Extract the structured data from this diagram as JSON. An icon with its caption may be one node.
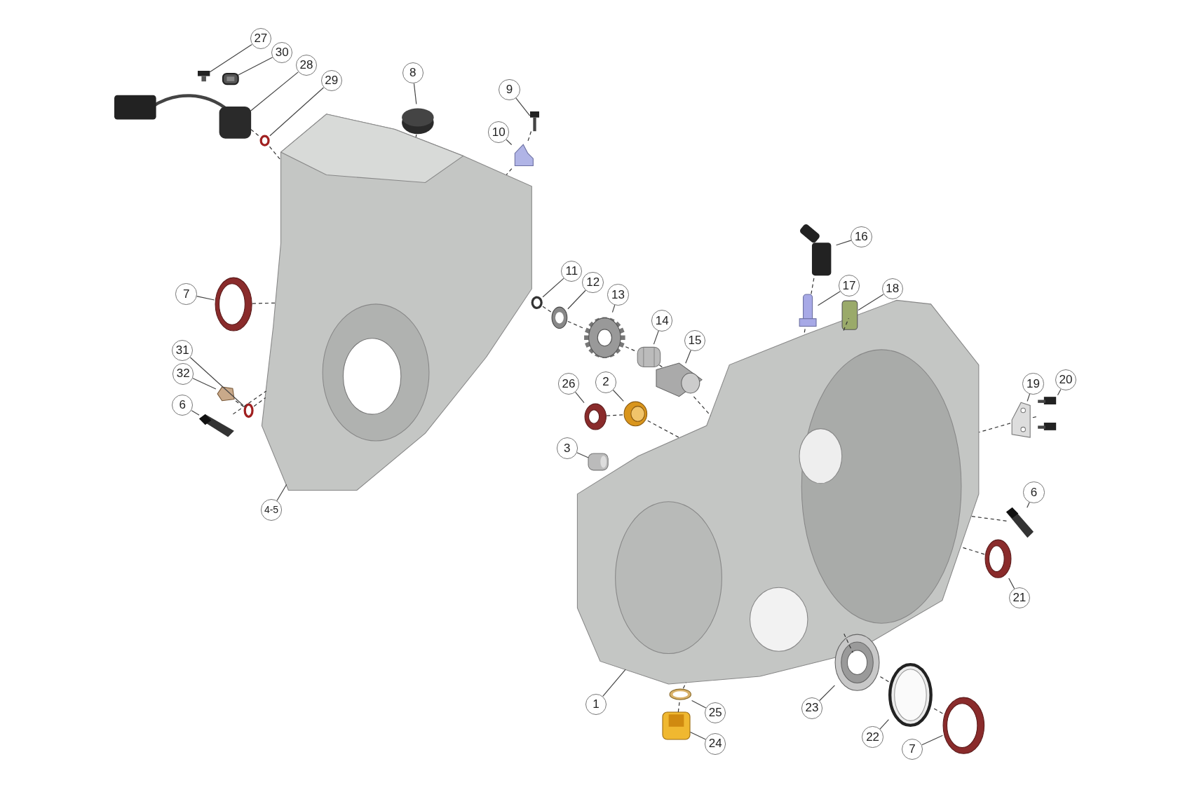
{
  "diagram": {
    "nodes": [
      {
        "text": [
          "27"
        ]
      },
      {
        "text": [
          "30"
        ]
      },
      {
        "text": [
          "28"
        ]
      },
      {
        "text": [
          "29"
        ]
      },
      {
        "text": [
          "8"
        ]
      },
      {
        "text": [
          "9"
        ]
      },
      {
        "text": [
          "10"
        ]
      },
      {
        "text": [
          "7"
        ]
      },
      {
        "text": [
          "31"
        ]
      },
      {
        "text": [
          "32"
        ]
      },
      {
        "text": [
          "6"
        ]
      },
      {
        "text": [
          "4-5"
        ]
      },
      {
        "text": [
          "11"
        ]
      },
      {
        "text": [
          "12"
        ]
      },
      {
        "text": [
          "13"
        ]
      },
      {
        "text": [
          "14"
        ]
      },
      {
        "text": [
          "15"
        ]
      },
      {
        "text": [
          "16"
        ]
      },
      {
        "text": [
          "17"
        ]
      },
      {
        "text": [
          "18"
        ]
      },
      {
        "text": [
          "26"
        ]
      },
      {
        "text": [
          "2"
        ]
      },
      {
        "text": [
          "3"
        ]
      },
      {
        "text": [
          "19"
        ]
      },
      {
        "text": [
          "20"
        ]
      },
      {
        "text": [
          "6"
        ]
      },
      {
        "text": [
          "21"
        ]
      },
      {
        "text": [
          "1"
        ]
      },
      {
        "text": [
          "25"
        ]
      },
      {
        "text": [
          "24"
        ]
      },
      {
        "text": [
          "23"
        ]
      },
      {
        "text": [
          "22"
        ]
      },
      {
        "text": [
          "7"
        ]
      },
      {
        "text": [],
        "shape": "picture"
      },
      {
        "text": [],
        "shape": "picture"
      },
      {
        "text": [],
        "shape": "picture"
      },
      {
        "text": [],
        "shape": "circle"
      },
      {
        "text": [],
        "shape": "picture"
      },
      {
        "text": [],
        "shape": "picture"
      },
      {
        "text": [],
        "shape": "picture"
      },
      {
        "text": [],
        "shape": "picture"
      },
      {
        "text": [],
        "shape": "circle"
      },
      {
        "text": [],
        "shape": "picture"
      },
      {
        "text": [],
        "shape": "picture"
      },
      {
        "text": [],
        "shape": "picture"
      },
      {
        "text": [],
        "shape": "circle"
      },
      {
        "text": [],
        "shape": "picture"
      },
      {
        "text": [],
        "shape": "picture"
      },
      {
        "text": [],
        "shape": "picture"
      },
      {
        "text": [],
        "shape": "picture"
      },
      {
        "text": [],
        "shape": "picture"
      },
      {
        "text": [],
        "shape": "picture"
      },
      {
        "text": [],
        "shape": "box"
      },
      {
        "text": [],
        "shape": "picture"
      },
      {
        "text": [],
        "shape": "picture"
      },
      {
        "text": [],
        "shape": "picture"
      },
      {
        "text": [],
        "shape": "picture"
      },
      {
        "text": [],
        "shape": "picture"
      },
      {
        "text": [],
        "shape": "picture"
      },
      {
        "text": [],
        "shape": "picture"
      },
      {
        "text": [],
        "shape": "picture"
      },
      {
        "text": [],
        "shape": "picture"
      },
      {
        "text": [],
        "shape": "picture"
      },
      {
        "text": [],
        "shape": "picture"
      },
      {
        "text": [],
        "shape": "picture"
      },
      {
        "text": [],
        "shape": "picture"
      }
    ],
    "edges": [
      {
        "from": 0,
        "to": 33,
        "arrow": "none"
      },
      {
        "from": 1,
        "to": 34,
        "arrow": "none"
      },
      {
        "from": 2,
        "to": 35,
        "arrow": "none"
      },
      {
        "from": 3,
        "to": 36,
        "arrow": "none"
      },
      {
        "from": 4,
        "to": 37,
        "arrow": "none"
      },
      {
        "from": 5,
        "to": 38,
        "arrow": "none"
      },
      {
        "from": 6,
        "to": 39,
        "arrow": "none"
      },
      {
        "from": 7,
        "to": 40,
        "arrow": "none"
      },
      {
        "from": 8,
        "to": 41,
        "arrow": "none"
      },
      {
        "from": 9,
        "to": 42,
        "arrow": "none"
      },
      {
        "from": 10,
        "to": 43,
        "arrow": "none"
      },
      {
        "from": 11,
        "to": 44,
        "arrow": "none"
      },
      {
        "from": 12,
        "to": 45,
        "arrow": "none"
      },
      {
        "from": 13,
        "to": 46,
        "arrow": "none"
      },
      {
        "from": 14,
        "to": 47,
        "arrow": "none"
      },
      {
        "from": 15,
        "to": 48,
        "arrow": "none"
      },
      {
        "from": 16,
        "to": 49,
        "arrow": "none"
      },
      {
        "from": 17,
        "to": 50,
        "arrow": "none"
      },
      {
        "from": 18,
        "to": 51,
        "arrow": "none"
      },
      {
        "from": 19,
        "to": 52,
        "arrow": "none"
      },
      {
        "from": 20,
        "to": 53,
        "arrow": "none"
      },
      {
        "from": 21,
        "to": 54,
        "arrow": "none"
      },
      {
        "from": 22,
        "to": 55,
        "arrow": "none"
      },
      {
        "from": 23,
        "to": 56,
        "arrow": "none"
      },
      {
        "from": 24,
        "to": 57,
        "arrow": "none"
      },
      {
        "from": 25,
        "to": 58,
        "arrow": "none"
      },
      {
        "from": 26,
        "to": 59,
        "arrow": "none"
      },
      {
        "from": 27,
        "to": 60,
        "arrow": "none"
      },
      {
        "from": 28,
        "to": 61,
        "arrow": "none"
      },
      {
        "from": 29,
        "to": 62,
        "arrow": "none"
      },
      {
        "from": 30,
        "to": 63,
        "arrow": "none"
      },
      {
        "from": 31,
        "to": 64,
        "arrow": "none"
      },
      {
        "from": 32,
        "to": 65,
        "arrow": "none"
      },
      {
        "from": 35,
        "to": 36,
        "arrow": "none",
        "style": "dashed"
      },
      {
        "from": 36,
        "to": 44,
        "arrow": "none",
        "style": "dashed"
      },
      {
        "from": 37,
        "to": 44,
        "arrow": "none",
        "style": "dashed"
      },
      {
        "from": 38,
        "to": 39,
        "arrow": "none",
        "style": "dashed"
      },
      {
        "from": 39,
        "to": 44,
        "arrow": "none",
        "style": "dashed"
      },
      {
        "from": 40,
        "to": 44,
        "arrow": "none",
        "style": "dashed"
      },
      {
        "from": 42,
        "to": 41,
        "arrow": "none",
        "style": "dashed"
      },
      {
        "from": 41,
        "to": 44,
        "arrow": "none",
        "style": "dashed"
      },
      {
        "from": 43,
        "to": 44,
        "arrow": "none",
        "style": "dashed"
      },
      {
        "from": 45,
        "to": 46,
        "arrow": "none",
        "style": "dashed"
      },
      {
        "from": 46,
        "to": 47,
        "arrow": "none",
        "style": "dashed"
      },
      {
        "from": 47,
        "to": 48,
        "arrow": "none",
        "style": "dashed"
      },
      {
        "from": 48,
        "to": 49,
        "arrow": "none",
        "style": "dashed"
      },
      {
        "from": 49,
        "to": 60,
        "arrow": "none",
        "style": "dashed"
      },
      {
        "from": 53,
        "to": 54,
        "arrow": "none",
        "style": "dashed"
      },
      {
        "from": 54,
        "to": 60,
        "arrow": "none",
        "style": "dashed"
      },
      {
        "from": 50,
        "to": 51,
        "arrow": "none",
        "style": "dashed"
      },
      {
        "from": 51,
        "to": 60,
        "arrow": "none",
        "style": "dashed"
      },
      {
        "from": 52,
        "to": 60,
        "arrow": "none",
        "style": "dashed"
      },
      {
        "from": 57,
        "to": 56,
        "arrow": "none",
        "style": "dashed"
      },
      {
        "from": 56,
        "to": 60,
        "arrow": "none",
        "style": "dashed"
      },
      {
        "from": 58,
        "to": 60,
        "arrow": "none",
        "style": "dashed"
      },
      {
        "from": 59,
        "to": 60,
        "arrow": "none",
        "style": "dashed"
      },
      {
        "from": 62,
        "to": 61,
        "arrow": "none",
        "style": "dashed"
      },
      {
        "from": 61,
        "to": 60,
        "arrow": "none",
        "style": "dashed"
      },
      {
        "from": 65,
        "to": 64,
        "arrow": "none",
        "style": "dashed"
      },
      {
        "from": 64,
        "to": 63,
        "arrow": "none",
        "style": "dashed"
      },
      {
        "from": 63,
        "to": 60,
        "arrow": "none",
        "style": "dashed"
      }
    ]
  }
}
